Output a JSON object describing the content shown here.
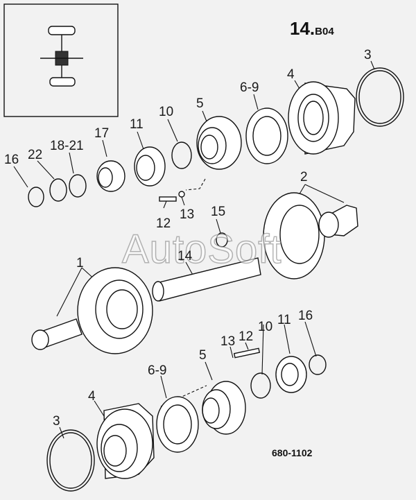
{
  "diagram": {
    "page_number": "14.",
    "page_suffix": "B04",
    "drawing_code": "680-1102",
    "watermark": "AutoSoft",
    "part_labels": [
      "3",
      "4",
      "6-9",
      "5",
      "10",
      "11",
      "17",
      "18-21",
      "22",
      "16",
      "12",
      "13",
      "15",
      "2",
      "14",
      "1",
      "16",
      "11",
      "10",
      "12",
      "13",
      "5",
      "6-9",
      "4",
      "3"
    ]
  }
}
